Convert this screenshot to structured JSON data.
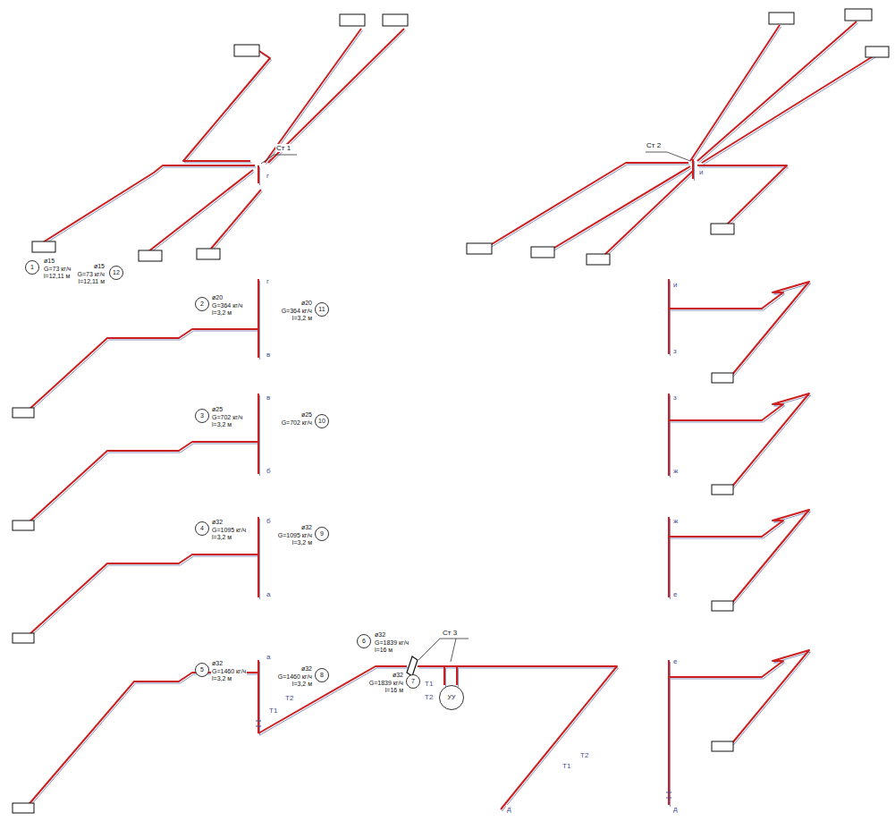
{
  "diagram": {
    "nodes": [
      {
        "text": [
          "1"
        ]
      },
      {
        "text": [
          "12"
        ]
      },
      {
        "text": [
          "2"
        ]
      },
      {
        "text": [
          "11"
        ]
      },
      {
        "text": [
          "3"
        ]
      },
      {
        "text": [
          "10"
        ]
      },
      {
        "text": [
          "4"
        ]
      },
      {
        "text": [
          "9"
        ]
      },
      {
        "text": [
          "5"
        ]
      },
      {
        "text": [
          "8"
        ]
      },
      {
        "text": [
          "6"
        ]
      },
      {
        "text": [
          "7"
        ]
      },
      {
        "text": [
          "УУ"
        ]
      }
    ],
    "labels": [
      "ø15",
      "G=73 кг/ч",
      "l=12,11 м",
      "ø15",
      "G=73 кг/ч",
      "l=12,11 м",
      "ø20",
      "G=364 кг/ч",
      "l=3,2 м",
      "ø20",
      "G=364 кг/ч",
      "l=3,2 м",
      "ø25",
      "G=702 кг/ч",
      "l=3,2 м",
      "ø25",
      "G=702 кг/ч",
      "ø32",
      "G=1095 кг/ч",
      "l=3,2 м",
      "ø32",
      "G=1095 кг/ч",
      "l=3,2 м",
      "ø32",
      "G=1460 кг/ч",
      "l=3,2 м",
      "ø32",
      "G=1460 кг/ч",
      "l=3,2 м",
      "ø32",
      "G=1839 кг/ч",
      "l=16 м",
      "ø32",
      "G=1839 кг/ч",
      "l=16 м",
      "Ст 1",
      "г",
      "Ст 2",
      "и",
      "г",
      "в",
      "и",
      "з",
      "в",
      "б",
      "з",
      "ж",
      "б",
      "а",
      "ж",
      "е",
      "а",
      "е",
      "Ст 3",
      "Т1",
      "Т2",
      "Т1",
      "Т2",
      "Т1",
      "Т2",
      "д",
      "д"
    ]
  }
}
